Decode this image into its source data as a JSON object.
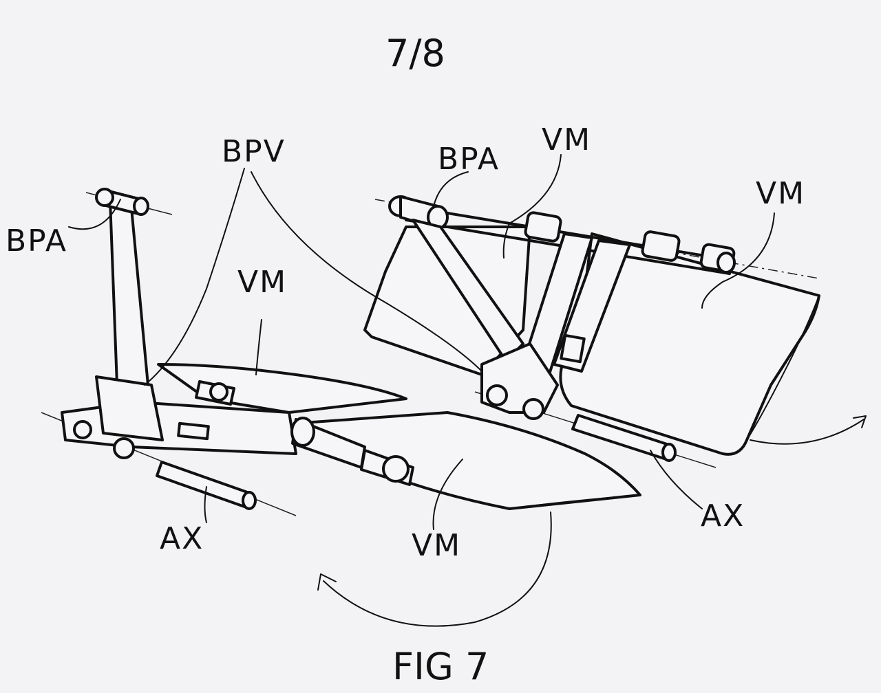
{
  "sheet_number": "7/8",
  "figure_label": "FIG 7",
  "labels": {
    "bpv": "BPV",
    "bpa_left": "BPA",
    "bpa_right": "BPA",
    "vm_left_upper": "VM",
    "vm_left_lower": "VM",
    "vm_right_upper": "VM",
    "vm_right_far": "VM",
    "ax_left": "AX",
    "ax_right": "AX"
  }
}
